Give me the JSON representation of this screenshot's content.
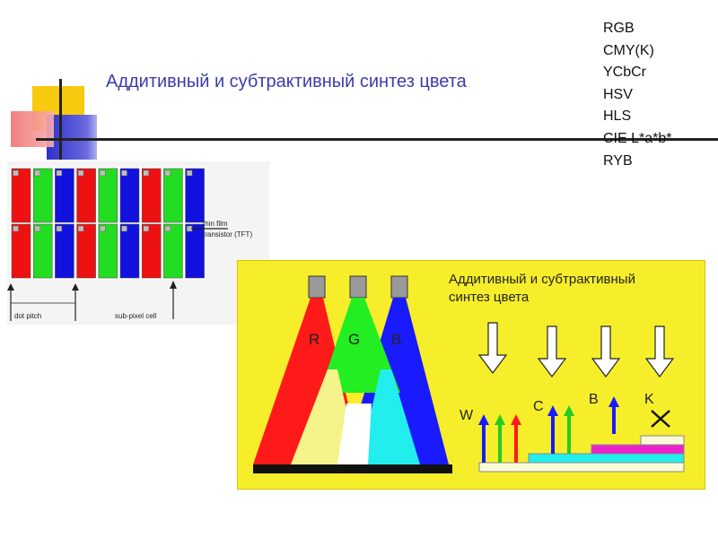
{
  "slide": {
    "title": "Аддитивный и субтрактивный синтез цвета",
    "color_models": [
      "RGB",
      "CMY(K)",
      "YCbCr",
      "HSV",
      "HLS",
      "CIE L*a*b*",
      "RYB"
    ]
  },
  "pixel_diagram": {
    "label_tft_line1": "thin film",
    "label_tft_line2": "transistor (TFT)",
    "label_dot_pitch": "dot pitch",
    "label_subpixel": "sub-pixel cell",
    "colors": {
      "red": "#ee1111",
      "green": "#22dd22",
      "blue": "#1111dd"
    }
  },
  "synthesis_diagram": {
    "title_line1": "Аддитивный и субтрактивный",
    "title_line2": "синтез цвета",
    "beam_labels": [
      "R",
      "G",
      "B"
    ],
    "subtractive_labels": [
      "W",
      "C",
      "B",
      "K"
    ],
    "colors": {
      "background": "#f6ee2a",
      "red": "#ff1a1a",
      "green": "#22ee22",
      "blue": "#1a1aff",
      "yellow_mix": "#f4f48a",
      "cyan_mix": "#22eeee",
      "magenta": "#ee22cc"
    }
  }
}
